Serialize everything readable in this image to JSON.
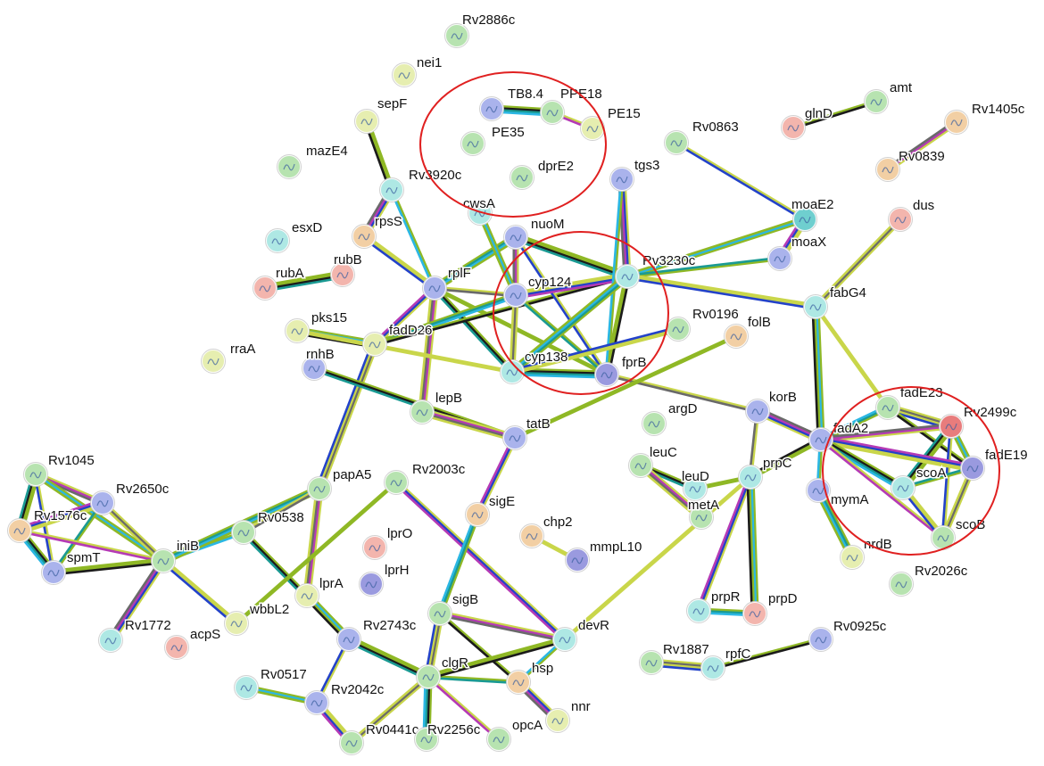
{
  "node_colors": {
    "g": "#b7e3b0",
    "b": "#aab3ec",
    "c": "#aee8e4",
    "y": "#e6eeb0",
    "p": "#f3b5ad",
    "o": "#f2cfa4",
    "t": "#6fcfcf",
    "r": "#e87c7c",
    "m": "#9a9adf"
  },
  "edge_palette": [
    "#8fb825",
    "#c9d64a",
    "#1b1b1b",
    "#2342c9",
    "#1a9a93",
    "#b53ab5",
    "#2bb7e3",
    "#6a6a6a"
  ],
  "nodes": [
    {
      "id": "Rv2886c",
      "label": "Rv2886c",
      "c": "g"
    },
    {
      "id": "nei1",
      "label": "nei1",
      "c": "y"
    },
    {
      "id": "sepF",
      "label": "sepF",
      "c": "y"
    },
    {
      "id": "mazE4",
      "label": "mazE4",
      "c": "g"
    },
    {
      "id": "Rv3920c",
      "label": "Rv3920c",
      "c": "c"
    },
    {
      "id": "esxD",
      "label": "esxD",
      "c": "c"
    },
    {
      "id": "rpsS",
      "label": "rpsS",
      "c": "o"
    },
    {
      "id": "rubA",
      "label": "rubA",
      "c": "p"
    },
    {
      "id": "rubB",
      "label": "rubB",
      "c": "p"
    },
    {
      "id": "rplF",
      "label": "rplF",
      "c": "b"
    },
    {
      "id": "rraA",
      "label": "rraA",
      "c": "y"
    },
    {
      "id": "pks15",
      "label": "pks15",
      "c": "y"
    },
    {
      "id": "fadD26",
      "label": "fadD26",
      "c": "y"
    },
    {
      "id": "rnhB",
      "label": "rnhB",
      "c": "b"
    },
    {
      "id": "lepB",
      "label": "lepB",
      "c": "g"
    },
    {
      "id": "TB8.4",
      "label": "TB8.4",
      "c": "b"
    },
    {
      "id": "PPE18",
      "label": "PPE18",
      "c": "g"
    },
    {
      "id": "PE15",
      "label": "PE15",
      "c": "y"
    },
    {
      "id": "PE35",
      "label": "PE35",
      "c": "g"
    },
    {
      "id": "dprE2",
      "label": "dprE2",
      "c": "g"
    },
    {
      "id": "cwsA",
      "label": "cwsA",
      "c": "c"
    },
    {
      "id": "nuoM",
      "label": "nuoM",
      "c": "b"
    },
    {
      "id": "cyp124",
      "label": "cyp124",
      "c": "b"
    },
    {
      "id": "cyp138",
      "label": "cyp138",
      "c": "c"
    },
    {
      "id": "fprB",
      "label": "fprB",
      "c": "m"
    },
    {
      "id": "Rv3230c",
      "label": "Rv3230c",
      "c": "c"
    },
    {
      "id": "tgs3",
      "label": "tgs3",
      "c": "b"
    },
    {
      "id": "Rv0863",
      "label": "Rv0863",
      "c": "g"
    },
    {
      "id": "moaE2",
      "label": "moaE2",
      "c": "t"
    },
    {
      "id": "moaX",
      "label": "moaX",
      "c": "b"
    },
    {
      "id": "glnD",
      "label": "glnD",
      "c": "p"
    },
    {
      "id": "amt",
      "label": "amt",
      "c": "g"
    },
    {
      "id": "Rv1405c",
      "label": "Rv1405c",
      "c": "o"
    },
    {
      "id": "Rv0839",
      "label": "Rv0839",
      "c": "o"
    },
    {
      "id": "dus",
      "label": "dus",
      "c": "p"
    },
    {
      "id": "fabG4",
      "label": "fabG4",
      "c": "c"
    },
    {
      "id": "Rv0196",
      "label": "Rv0196",
      "c": "g"
    },
    {
      "id": "folB",
      "label": "folB",
      "c": "o"
    },
    {
      "id": "korB",
      "label": "korB",
      "c": "b"
    },
    {
      "id": "tatB",
      "label": "tatB",
      "c": "b"
    },
    {
      "id": "argD",
      "label": "argD",
      "c": "g"
    },
    {
      "id": "leuC",
      "label": "leuC",
      "c": "g"
    },
    {
      "id": "leuD",
      "label": "leuD",
      "c": "c"
    },
    {
      "id": "metA",
      "label": "metA",
      "c": "g"
    },
    {
      "id": "prpC",
      "label": "prpC",
      "c": "c"
    },
    {
      "id": "fadE23",
      "label": "fadE23",
      "c": "g"
    },
    {
      "id": "Rv2499c",
      "label": "Rv2499c",
      "c": "r"
    },
    {
      "id": "fadA2",
      "label": "fadA2",
      "c": "b"
    },
    {
      "id": "fadE19",
      "label": "fadE19",
      "c": "m"
    },
    {
      "id": "scoA",
      "label": "scoA",
      "c": "c"
    },
    {
      "id": "mymA",
      "label": "mymA",
      "c": "b"
    },
    {
      "id": "scoB",
      "label": "scoB",
      "c": "g"
    },
    {
      "id": "nrdB",
      "label": "nrdB",
      "c": "y"
    },
    {
      "id": "Rv2026c",
      "label": "Rv2026c",
      "c": "g"
    },
    {
      "id": "Rv1045",
      "label": "Rv1045",
      "c": "g"
    },
    {
      "id": "Rv2650c",
      "label": "Rv2650c",
      "c": "b"
    },
    {
      "id": "Rv1576c",
      "label": "Rv1576c",
      "c": "o"
    },
    {
      "id": "spmT",
      "label": "spmT",
      "c": "b"
    },
    {
      "id": "iniB",
      "label": "iniB",
      "c": "g"
    },
    {
      "id": "Rv1772",
      "label": "Rv1772",
      "c": "c"
    },
    {
      "id": "acpS",
      "label": "acpS",
      "c": "p"
    },
    {
      "id": "Rv0538",
      "label": "Rv0538",
      "c": "g"
    },
    {
      "id": "papA5",
      "label": "papA5",
      "c": "g"
    },
    {
      "id": "Rv2003c",
      "label": "Rv2003c",
      "c": "g"
    },
    {
      "id": "lprO",
      "label": "lprO",
      "c": "p"
    },
    {
      "id": "lprH",
      "label": "lprH",
      "c": "m"
    },
    {
      "id": "lprA",
      "label": "lprA",
      "c": "y"
    },
    {
      "id": "wbbL2",
      "label": "wbbL2",
      "c": "y"
    },
    {
      "id": "sigE",
      "label": "sigE",
      "c": "o"
    },
    {
      "id": "chp2",
      "label": "chp2",
      "c": "o"
    },
    {
      "id": "mmpL10",
      "label": "mmpL10",
      "c": "m"
    },
    {
      "id": "sigB",
      "label": "sigB",
      "c": "g"
    },
    {
      "id": "Rv2743c",
      "label": "Rv2743c",
      "c": "b"
    },
    {
      "id": "devR",
      "label": "devR",
      "c": "c"
    },
    {
      "id": "Rv0517",
      "label": "Rv0517",
      "c": "c"
    },
    {
      "id": "Rv2042c",
      "label": "Rv2042c",
      "c": "b"
    },
    {
      "id": "clgR",
      "label": "clgR",
      "c": "g"
    },
    {
      "id": "hsp",
      "label": "hsp",
      "c": "o"
    },
    {
      "id": "Rv0441c",
      "label": "Rv0441c",
      "c": "g"
    },
    {
      "id": "Rv2256c",
      "label": "Rv2256c",
      "c": "g"
    },
    {
      "id": "opcA",
      "label": "opcA",
      "c": "g"
    },
    {
      "id": "nnr",
      "label": "nnr",
      "c": "y"
    },
    {
      "id": "prpR",
      "label": "prpR",
      "c": "c"
    },
    {
      "id": "prpD",
      "label": "prpD",
      "c": "p"
    },
    {
      "id": "Rv1887",
      "label": "Rv1887",
      "c": "g"
    },
    {
      "id": "rpfC",
      "label": "rpfC",
      "c": "c"
    },
    {
      "id": "Rv0925c",
      "label": "Rv0925c",
      "c": "b"
    }
  ],
  "edges": [
    [
      "glnD",
      "amt"
    ],
    [
      "Rv1405c",
      "Rv0839"
    ],
    [
      "rubA",
      "rubB"
    ],
    [
      "Rv0863",
      "moaE2"
    ],
    [
      "moaE2",
      "Rv3230c"
    ],
    [
      "moaE2",
      "moaX"
    ],
    [
      "moaX",
      "Rv3230c"
    ],
    [
      "dus",
      "fabG4"
    ],
    [
      "TB8.4",
      "PPE18"
    ],
    [
      "PPE18",
      "PE15"
    ],
    [
      "sepF",
      "Rv3920c"
    ],
    [
      "Rv3920c",
      "rpsS"
    ],
    [
      "Rv3920c",
      "rplF"
    ],
    [
      "rpsS",
      "rplF"
    ],
    [
      "rplF",
      "nuoM"
    ],
    [
      "rplF",
      "cyp124"
    ],
    [
      "rplF",
      "cyp138"
    ],
    [
      "rplF",
      "lepB"
    ],
    [
      "rplF",
      "fprB"
    ],
    [
      "rplF",
      "fadD26"
    ],
    [
      "pks15",
      "fadD26"
    ],
    [
      "pks15",
      "cyp138"
    ],
    [
      "fadD26",
      "cyp124"
    ],
    [
      "fadD26",
      "papA5"
    ],
    [
      "fadD26",
      "Rv3230c"
    ],
    [
      "nuoM",
      "cyp124"
    ],
    [
      "nuoM",
      "Rv3230c"
    ],
    [
      "nuoM",
      "fprB"
    ],
    [
      "cwsA",
      "cyp124"
    ],
    [
      "cyp124",
      "Rv3230c"
    ],
    [
      "cyp124",
      "fprB"
    ],
    [
      "cyp124",
      "cyp138"
    ],
    [
      "cyp138",
      "fprB"
    ],
    [
      "cyp138",
      "Rv3230c"
    ],
    [
      "fprB",
      "Rv3230c"
    ],
    [
      "tgs3",
      "Rv3230c"
    ],
    [
      "tgs3",
      "fprB"
    ],
    [
      "Rv3230c",
      "fabG4"
    ],
    [
      "Rv3230c",
      "cyp138"
    ],
    [
      "fprB",
      "korB"
    ],
    [
      "rnhB",
      "tatB"
    ],
    [
      "lepB",
      "tatB"
    ],
    [
      "folB",
      "tatB"
    ],
    [
      "tatB",
      "sigE"
    ],
    [
      "fabG4",
      "fadA2"
    ],
    [
      "fabG4",
      "fadE23"
    ],
    [
      "fadE23",
      "fadA2"
    ],
    [
      "fadE23",
      "Rv2499c"
    ],
    [
      "fadE23",
      "fadE19"
    ],
    [
      "Rv2499c",
      "fadA2"
    ],
    [
      "Rv2499c",
      "scoA"
    ],
    [
      "Rv2499c",
      "scoB"
    ],
    [
      "Rv2499c",
      "fadE19"
    ],
    [
      "fadE19",
      "fadA2"
    ],
    [
      "fadE19",
      "scoA"
    ],
    [
      "fadE19",
      "scoB"
    ],
    [
      "fadA2",
      "scoA"
    ],
    [
      "fadA2",
      "scoB"
    ],
    [
      "fadA2",
      "prpC"
    ],
    [
      "fadA2",
      "korB"
    ],
    [
      "fadA2",
      "mymA"
    ],
    [
      "scoA",
      "scoB"
    ],
    [
      "mymA",
      "nrdB"
    ],
    [
      "korB",
      "prpC"
    ],
    [
      "leuC",
      "leuD"
    ],
    [
      "leuC",
      "metA"
    ],
    [
      "leuD",
      "prpC"
    ],
    [
      "prpC",
      "prpR"
    ],
    [
      "prpC",
      "prpD"
    ],
    [
      "prpC",
      "devR"
    ],
    [
      "prpR",
      "prpD"
    ],
    [
      "Rv1887",
      "rpfC"
    ],
    [
      "rpfC",
      "Rv0925c"
    ],
    [
      "Rv1045",
      "Rv2650c"
    ],
    [
      "Rv1045",
      "Rv1576c"
    ],
    [
      "Rv1045",
      "spmT"
    ],
    [
      "Rv1045",
      "iniB"
    ],
    [
      "Rv2650c",
      "Rv1576c"
    ],
    [
      "Rv2650c",
      "spmT"
    ],
    [
      "Rv2650c",
      "iniB"
    ],
    [
      "Rv1576c",
      "spmT"
    ],
    [
      "Rv1576c",
      "iniB"
    ],
    [
      "spmT",
      "iniB"
    ],
    [
      "iniB",
      "Rv1772"
    ],
    [
      "iniB",
      "Rv0538"
    ],
    [
      "iniB",
      "wbbL2"
    ],
    [
      "iniB",
      "papA5"
    ],
    [
      "Rv0538",
      "papA5"
    ],
    [
      "Rv0538",
      "Rv2743c"
    ],
    [
      "papA5",
      "lprA"
    ],
    [
      "Rv2003c",
      "wbbL2"
    ],
    [
      "Rv2003c",
      "devR"
    ],
    [
      "lprA",
      "Rv2743c"
    ],
    [
      "chp2",
      "mmpL10"
    ],
    [
      "sigE",
      "sigB"
    ],
    [
      "sigB",
      "clgR"
    ],
    [
      "sigB",
      "hsp"
    ],
    [
      "sigB",
      "devR"
    ],
    [
      "Rv2743c",
      "clgR"
    ],
    [
      "Rv2743c",
      "Rv2042c"
    ],
    [
      "Rv0517",
      "Rv2042c"
    ],
    [
      "Rv2042c",
      "Rv0441c"
    ],
    [
      "clgR",
      "hsp"
    ],
    [
      "clgR",
      "Rv0441c"
    ],
    [
      "clgR",
      "Rv2256c"
    ],
    [
      "clgR",
      "opcA"
    ],
    [
      "clgR",
      "devR"
    ],
    [
      "hsp",
      "nnr"
    ],
    [
      "devR",
      "hsp"
    ],
    [
      "Rv0196",
      "cyp138"
    ]
  ],
  "highlight_circle_color": "#e02020"
}
